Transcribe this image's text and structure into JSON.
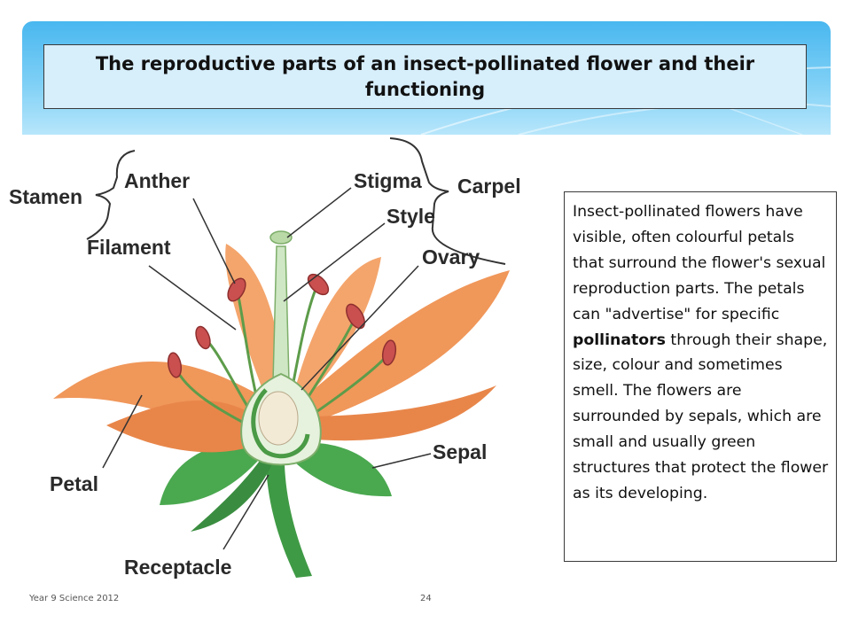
{
  "slide": {
    "title": "The reproductive parts of an insect-pollinated flower and their functioning"
  },
  "diagram": {
    "labels": {
      "stamen": "Stamen",
      "anther": "Anther",
      "filament": "Filament",
      "stigma": "Stigma",
      "style": "Style",
      "ovary": "Ovary",
      "carpel": "Carpel",
      "petal": "Petal",
      "sepal": "Sepal",
      "receptacle": "Receptacle"
    }
  },
  "info": {
    "text_before": "Insect-pollinated flowers have visible, often colourful petals that surround the flower's sexual reproduction parts. The petals can \"advertise\" for specific ",
    "bold": "pollinators",
    "text_after": " through their shape, size, colour and sometimes smell. The flowers are surrounded by sepals, which are small and usually green structures that protect the flower as its developing."
  },
  "footer": {
    "course": "Year 9 Science 2012",
    "page_number": "24"
  },
  "colors": {
    "banner": "#49b7ef",
    "petal": "#f0975a",
    "sepal": "#3f9a45",
    "anther": "#c9504f",
    "pistil": "#cfe7c4"
  }
}
